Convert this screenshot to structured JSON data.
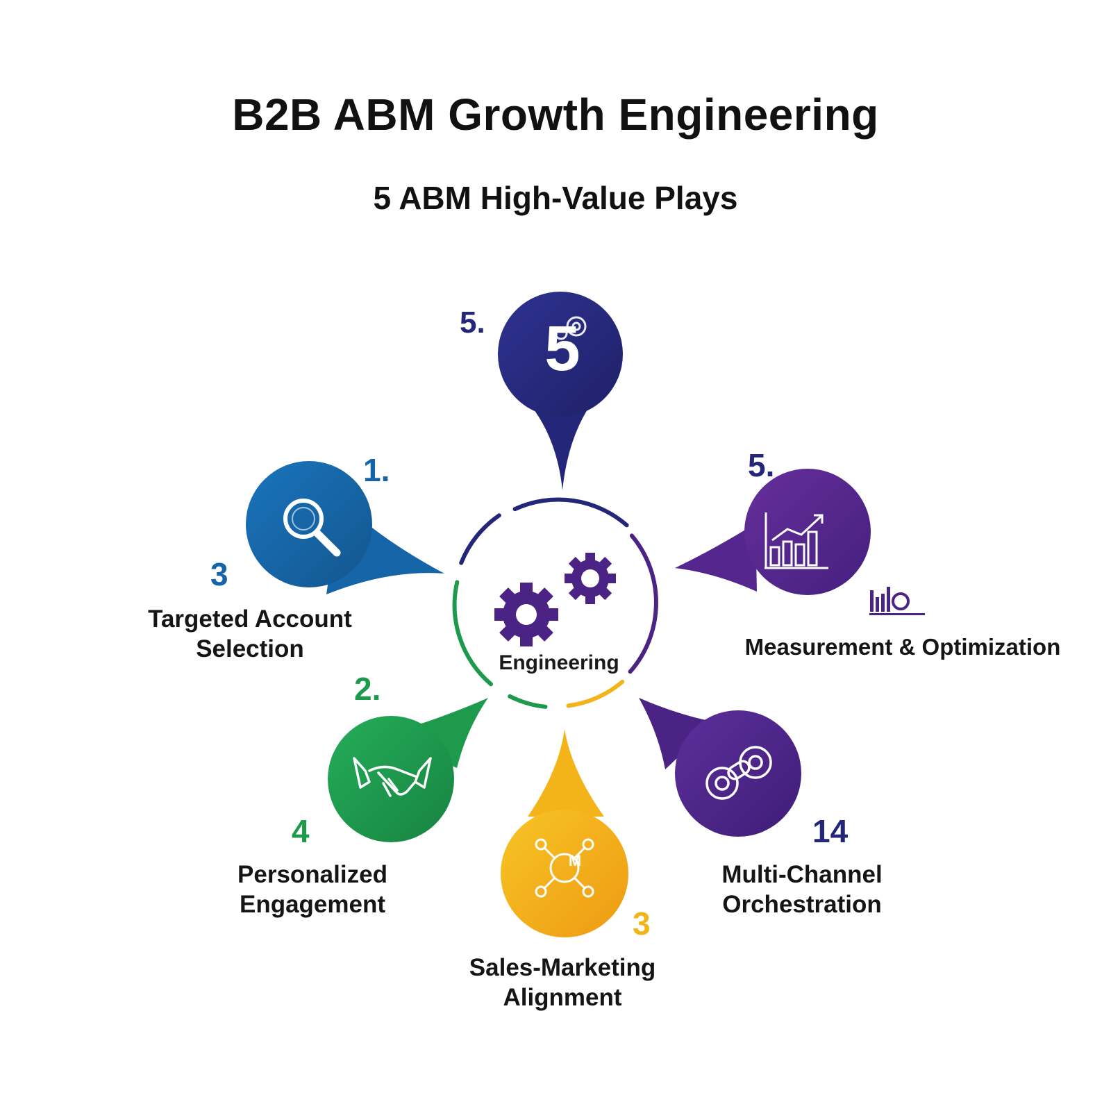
{
  "title": "B2B ABM Growth Engineering",
  "subtitle": "5 ABM High-Value Plays",
  "center": {
    "label": "Engineering"
  },
  "top_node": {
    "marker": "5.",
    "digit": "5"
  },
  "plays": [
    {
      "marker": "1.",
      "count": "3",
      "label_line1": "Targeted Account",
      "label_line2": "Selection",
      "color": "#1565A8"
    },
    {
      "marker": "2.",
      "count": "4",
      "label_line1": "Personalized",
      "label_line2": "Engagement",
      "color": "#1E9A4C"
    },
    {
      "count": "3",
      "label_line1": "Sales-Marketing",
      "label_line2": "Alignment",
      "glyph": "M",
      "color": "#F2B418"
    },
    {
      "count": "14",
      "label_line1": "Multi-Channel",
      "label_line2": "Orchestration",
      "color": "#4A2385"
    },
    {
      "marker": "5.",
      "label_line1": "Measurement & Optimization",
      "color": "#55278E"
    }
  ],
  "colors": {
    "navy": "#242779",
    "blue": "#1565A8",
    "green": "#1E9A4C",
    "yellow": "#F2B418",
    "purple": "#4A2385",
    "text": "#151515"
  },
  "icons": [
    "gears-icon",
    "magnifier-icon",
    "handshake-icon",
    "network-icon",
    "gear-link-icon",
    "bar-chart-icon"
  ]
}
